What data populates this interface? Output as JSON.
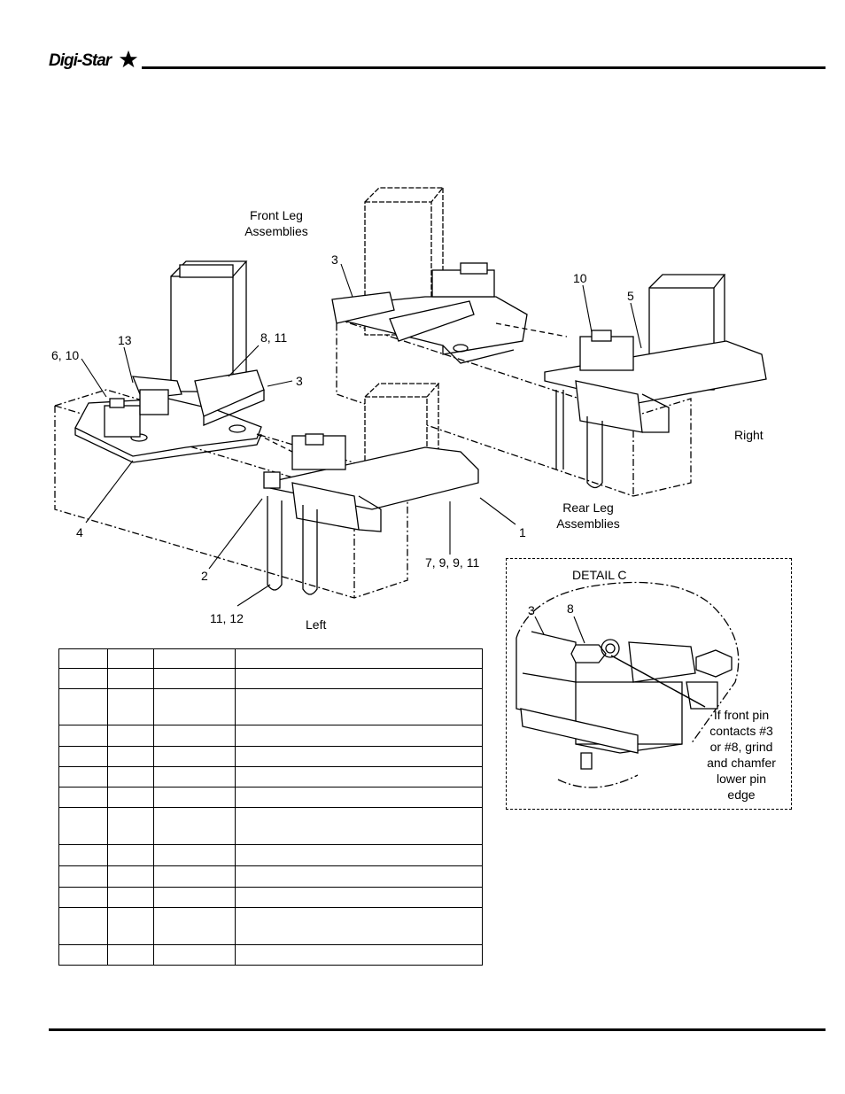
{
  "header": {
    "logo_text": "Digi-Star"
  },
  "labels": {
    "front_leg": [
      "Front Leg",
      "Assemblies"
    ],
    "rear_leg": [
      "Rear Leg",
      "Assemblies"
    ],
    "left": "Left",
    "right": "Right",
    "c_3a": "3",
    "c_3b": "3",
    "c_10": "10",
    "c_5": "5",
    "c_13": "13",
    "c_8_11": "8, 11",
    "c_6_10": "6, 10",
    "c_4": "4",
    "c_2": "2",
    "c_1": "1",
    "c_7_9_9_11": "7, 9, 9, 11",
    "c_11_12": "11, 12"
  },
  "detail": {
    "title": "DETAIL C",
    "c_3": "3",
    "c_8": "8",
    "note": [
      "If front pin",
      "contacts #3",
      "or #8, grind",
      "and chamfer",
      "lower pin",
      "edge"
    ]
  },
  "parts_table": {
    "row_heights": [
      22,
      23,
      41,
      24,
      23,
      23,
      23,
      42,
      24,
      24,
      23,
      42,
      23
    ]
  }
}
